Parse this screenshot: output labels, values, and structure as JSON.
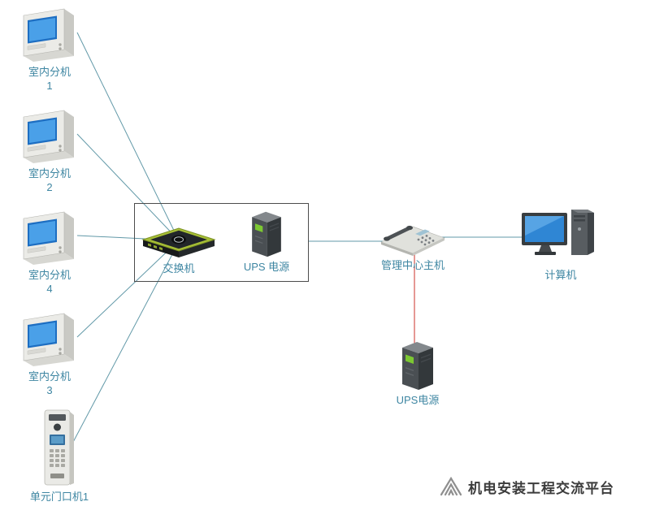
{
  "diagram": {
    "nodes": {
      "indoor_unit_1": {
        "label": "室内分机",
        "number": "1"
      },
      "indoor_unit_2": {
        "label": "室内分机",
        "number": "2"
      },
      "indoor_unit_4": {
        "label": "室内分机",
        "number": "4"
      },
      "indoor_unit_3": {
        "label": "室内分机",
        "number": "3"
      },
      "door_station": {
        "label": "单元门口机1"
      },
      "switch": {
        "label": "交换机"
      },
      "ups_main": {
        "label": "UPS 电源"
      },
      "management_host": {
        "label": "管理中心主机"
      },
      "computer": {
        "label": "计算机"
      },
      "ups_backup": {
        "label": "UPS电源"
      }
    },
    "colors": {
      "signal_line": "#6299a8",
      "power_line": "#cc3128",
      "label_text": "#3e86a2",
      "screen_blue": "#2f86d4",
      "watermark_text": "#3c3c3c"
    },
    "watermark": {
      "text": "机电安装工程交流平台"
    }
  }
}
